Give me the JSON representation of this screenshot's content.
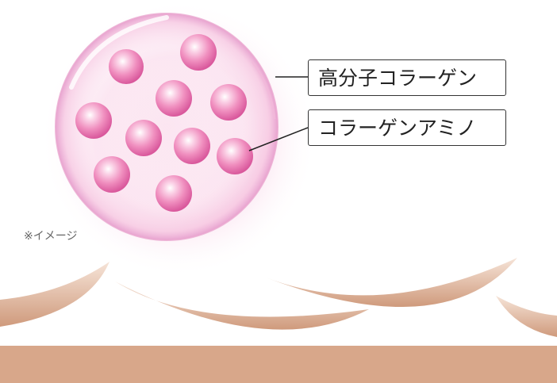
{
  "labels": {
    "high_molecular_collagen": "高分子コラーゲン",
    "collagen_amino": "コラーゲンアミノ"
  },
  "note": "※イメージ",
  "colors": {
    "bead": "#f08fbf",
    "bead_dark": "#d9589c",
    "bubble_edge": "#e59acb",
    "skin": "#d9a98b",
    "skin_light": "#f3dccd"
  },
  "illustration": {
    "bubble_icon": "molecule-bubble",
    "bead_count": 10,
    "skin_layer_icon": "skin-layer"
  }
}
